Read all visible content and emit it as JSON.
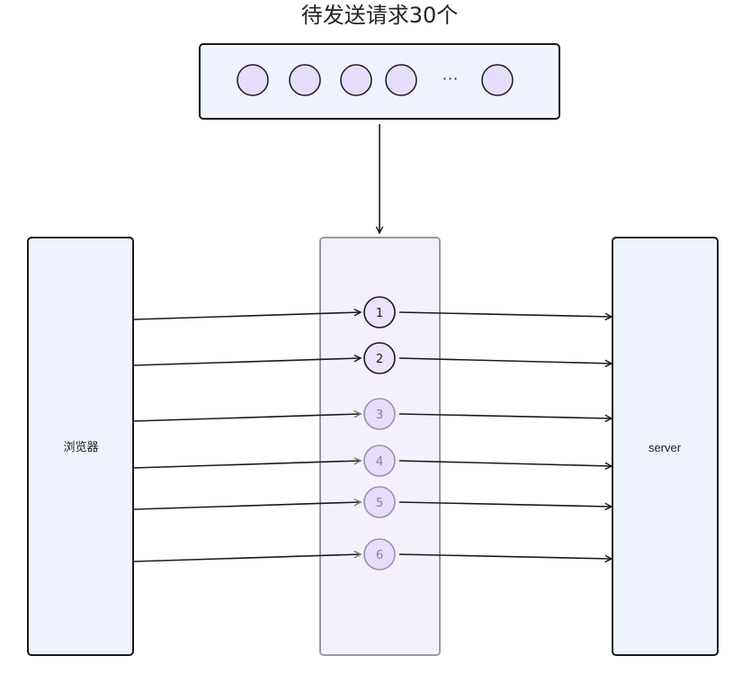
{
  "title": "待发送请求30个",
  "queue": {
    "ellipsis": "···",
    "dot_count": 5
  },
  "browser": {
    "label": "浏览器"
  },
  "server": {
    "label": "server"
  },
  "requests": [
    {
      "label": "1",
      "state": "active"
    },
    {
      "label": "2",
      "state": "active"
    },
    {
      "label": "3",
      "state": "pending"
    },
    {
      "label": "4",
      "state": "pending"
    },
    {
      "label": "5",
      "state": "pending"
    },
    {
      "label": "6",
      "state": "pending"
    }
  ],
  "colors": {
    "box_fill": "#eff3fd",
    "box_stroke": "#1a1a1a",
    "channel_fill": "#f4f1fd",
    "channel_stroke": "#9a9a9a",
    "dot_fill": "#e6dcfb",
    "node_fill_active": "#ebe2fc",
    "node_stroke_active": "#1a1a1a",
    "node_fill_pending": "#e6dcfb",
    "node_stroke_pending": "#9a90ad",
    "node_text_pending": "#8a8199",
    "arrow_active": "#1a1a1a",
    "arrow_pending": "#7a7a7a"
  }
}
